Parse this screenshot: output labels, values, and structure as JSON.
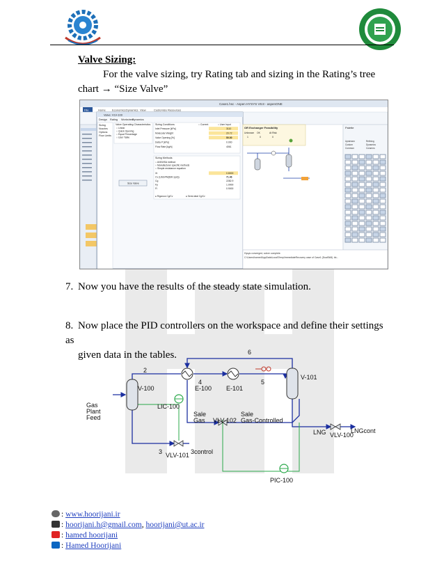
{
  "section": {
    "heading": "Valve Sizing:",
    "line1": "For the valve sizing, try Rating tab and sizing in the Rating’s tree",
    "line2": "chart → “Size Valve”"
  },
  "steps": [
    {
      "num": "7.",
      "text": "Now you have the results of the steady state simulation."
    },
    {
      "num": "8.",
      "text_line1": "Now place the PID controllers on the workspace and define their settings as",
      "text_line2": "given data in the tables."
    }
  ],
  "screenshot": {
    "title": "Case1.hsc - Aspen HYSYS V8.8 - aspenONE",
    "menu_tabs": [
      "File",
      "Home",
      "Economics",
      "Dynamics",
      "View",
      "Customize",
      "Resources"
    ],
    "dialog_title": "Valve: VLV-100",
    "dialog_tabs": [
      "Design",
      "Rating",
      "Worksheet",
      "Dynamics"
    ],
    "tree_items": [
      "Sizing",
      "Nozzles",
      "Options",
      "Flow Limits"
    ],
    "valve_char_title": "Valve Operating Characteristics",
    "valve_char_options": [
      "Linear",
      "Quick Opening",
      "Equal Percentage",
      "User Table"
    ],
    "sizing_cond_title": "Sizing Conditions",
    "sizing_cond_modes": [
      "Current",
      "User Input"
    ],
    "sizing_rows": [
      {
        "label": "Inlet Pressure [kPa]",
        "value": "3110"
      },
      {
        "label": "Molecular Weight",
        "value": "20.72"
      },
      {
        "label": "Valve Opening [%]",
        "value": "50.00"
      },
      {
        "label": "Delta P [kPa]",
        "value": "0.000"
      },
      {
        "label": "Flow Rate [kg/h]",
        "value": "4061"
      }
    ],
    "size_button": "Size Valve",
    "sizing_methods_title": "Sizing Methods",
    "sizing_methods": [
      "ANSI/ISA method",
      "Manufacturer specific methods",
      "Simple resistance equation"
    ],
    "method_rows": [
      {
        "label": "Xt",
        "value": "0.8000"
      },
      {
        "label": "Cv (USGPM(60F,1psi))",
        "value": "71.46"
      },
      {
        "label": "Cg",
        "value": "2282.9"
      },
      {
        "label": "Fp",
        "value": "1.0000"
      },
      {
        "label": "Fl",
        "value": "0.9000"
      }
    ],
    "sizing_footer": [
      "Rigorous Cg/Cv",
      "Semi-ideal Cg/Cv"
    ],
    "pfd_banner": "OR Exchanger Feasibility",
    "pfd_banner_cols": [
      "Unknown",
      "OK",
      "At Risk"
    ],
    "pfd_banner_vals": [
      "1",
      "0",
      "0"
    ],
    "palette_title": "Palette",
    "palette_tabs": [
      "Upstream",
      "Refining",
      "Custom",
      "Dynamics",
      "Common",
      "Columns"
    ],
    "console_line1": "Hysys converged, solver complete.",
    "console_line2": "C:\\Users\\hamed\\AppData\\Local\\Temp\\ImmediateRecovery case of Case1 (DualSkB) .bk..."
  },
  "diagram": {
    "labels": {
      "v100": "V-100",
      "v101": "V-101",
      "e100": "E-100",
      "e101": "E-101",
      "s2": "2",
      "s4": "4",
      "s5": "5",
      "s6": "6",
      "s3": "3",
      "lic": "LIC-100",
      "pic": "PIC-100",
      "feed1": "Gas",
      "feed2": "Plant",
      "feed3": "Feed",
      "sale1": "Sale",
      "sale2": "Gas",
      "vlv102": "VLV-102",
      "salec1": "Sale",
      "salec2": "Gas-Controlled",
      "vlv101": "VLV-101",
      "ctrl3": "3control",
      "lng": "LNG",
      "vlv100": "VLV-100",
      "lngcont": "LNGcont"
    }
  },
  "footer": {
    "website": "www.hoorijani.ir",
    "email1": "hoorijani.h@gmail.com",
    "email_sep": ", ",
    "email2": "hoorijani@ut.ac.ir",
    "youtube": "hamed hoorijani",
    "linkedin": "Hamed Hoorijani",
    "colon": ": "
  }
}
